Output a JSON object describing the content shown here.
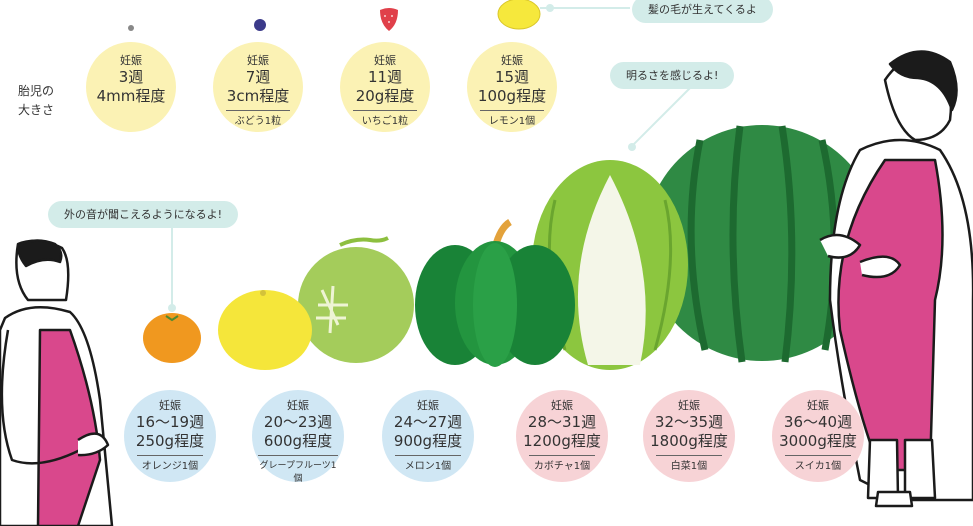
{
  "size_label": [
    "胎児の",
    "大きさ"
  ],
  "bubbles": {
    "hair": "髪の毛が生えてくるよ",
    "light": "明るさを感じるよ!",
    "sound": "外の音が聞こえるようになるよ!"
  },
  "top_circles": [
    {
      "label": "妊娠",
      "week": "3週",
      "weight": "4mm程度",
      "fruit": ""
    },
    {
      "label": "妊娠",
      "week": "7週",
      "weight": "3cm程度",
      "fruit": "ぶどう1粒"
    },
    {
      "label": "妊娠",
      "week": "11週",
      "weight": "20g程度",
      "fruit": "いちご1粒"
    },
    {
      "label": "妊娠",
      "week": "15週",
      "weight": "100g程度",
      "fruit": "レモン1個"
    }
  ],
  "bottom_circles": [
    {
      "label": "妊娠",
      "week": "16〜19週",
      "weight": "250g程度",
      "fruit": "オレンジ1個"
    },
    {
      "label": "妊娠",
      "week": "20〜23週",
      "weight": "600g程度",
      "fruit": "グレープフルーツ1個"
    },
    {
      "label": "妊娠",
      "week": "24〜27週",
      "weight": "900g程度",
      "fruit": "メロン1個"
    },
    {
      "label": "妊娠",
      "week": "28〜31週",
      "weight": "1200g程度",
      "fruit": "カボチャ1個"
    },
    {
      "label": "妊娠",
      "week": "32〜35週",
      "weight": "1800g程度",
      "fruit": "白菜1個"
    },
    {
      "label": "妊娠",
      "week": "36〜40週",
      "weight": "3000g程度",
      "fruit": "スイカ1個"
    }
  ],
  "colors": {
    "top_circle": "#fbf2b4",
    "blue_circle": "#d0e7f4",
    "pink_circle": "#f7d3d6",
    "bubble": "#d3ece9",
    "dress": "#d9488c",
    "watermelon": "#2f8a44",
    "pumpkin": "#1f8a3c",
    "melon": "#a4cc5b",
    "grapefruit": "#f5e63a",
    "orange": "#f0981f"
  }
}
